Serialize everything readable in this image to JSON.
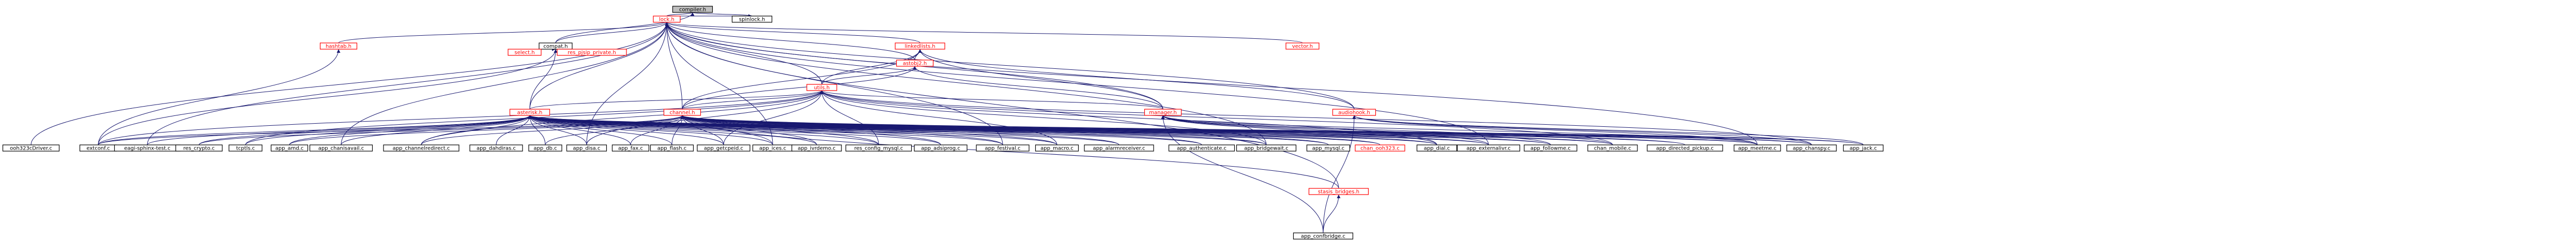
{
  "colors": {
    "edge": "#191970",
    "node_border": "#000000",
    "node_border_red": "#ff0000",
    "node_fill": "#ffffff",
    "root_fill": "#bfbfbf",
    "text": "#000000",
    "text_red": "#ff0000"
  },
  "nodes": {
    "compiler_h": "compiler.h",
    "lock_h": "lock.h",
    "spinlock_h": "spinlock.h",
    "hashtab_h": "hashtab.h",
    "compat_h": "compat.h",
    "select_h": "select.h",
    "res_pjsip_private_h": "res_pjsip_private.h",
    "linkedlists_h": "linkedlists.h",
    "vector_h": "vector.h",
    "astobj2_h": "astobj2.h",
    "utils_h": "utils.h",
    "asterisk_h": "asterisk.h",
    "channel_h": "channel.h",
    "manager_h": "manager.h",
    "audiohook_h": "audiohook.h",
    "stasis_bridges_h": "stasis_bridges.h",
    "ooh323cDriver_c": "ooh323cDriver.c",
    "extconf_c": "extconf.c",
    "eagi_sphinx_test_c": "eagi-sphinx-test.c",
    "res_crypto_c": "res_crypto.c",
    "tcptls_c": "tcptls.c",
    "app_amd_c": "app_amd.c",
    "app_chanisavail_c": "app_chanisavail.c",
    "app_channelredirect_c": "app_channelredirect.c",
    "app_dahdiras_c": "app_dahdiras.c",
    "app_db_c": "app_db.c",
    "app_disa_c": "app_disa.c",
    "app_fax_c": "app_fax.c",
    "app_flash_c": "app_flash.c",
    "app_getcpeid_c": "app_getcpeid.c",
    "app_ices_c": "app_ices.c",
    "app_ivrdemo_c": "app_ivrdemo.c",
    "res_config_mysql_c": "res_config_mysql.c",
    "app_adsiprog_c": "app_adsiprog.c",
    "app_festival_c": "app_festival.c",
    "app_macro_c": "app_macro.c",
    "app_alarmreceiver_c": "app_alarmreceiver.c",
    "app_authenticate_c": "app_authenticate.c",
    "app_bridgewait_c": "app_bridgewait.c",
    "app_mysql_c": "app_mysql.c",
    "chan_ooh323_c": "chan_ooh323.c",
    "app_dial_c": "app_dial.c",
    "app_externalivr_c": "app_externalivr.c",
    "app_followme_c": "app_followme.c",
    "chan_mobile_c": "chan_mobile.c",
    "app_directed_pickup_c": "app_directed_pickup.c",
    "app_meetme_c": "app_meetme.c",
    "app_chanspy_c": "app_chanspy.c",
    "app_jack_c": "app_jack.c",
    "app_confbridge_c": "app_confbridge.c"
  }
}
